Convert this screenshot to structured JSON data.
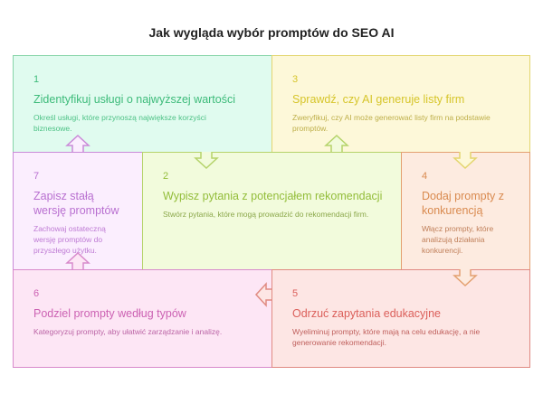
{
  "title": "Jak wygląda wybór promptów do SEO AI",
  "steps": [
    {
      "num": "1",
      "title": "Zidentyfikuj usługi o najwyższej wartości",
      "desc": "Określ usługi, które przynoszą największe korzyści biznesowe.",
      "color": "#3dbb7a"
    },
    {
      "num": "2",
      "title": "Wypisz pytania z potencjałem rekomendacji",
      "desc": "Stwórz pytania, które mogą prowadzić do rekomendacji firm.",
      "color": "#93bd3a"
    },
    {
      "num": "3",
      "title": "Sprawdź, czy AI generuje listy firm",
      "desc": "Zweryfikuj, czy AI może generować listy firm na podstawie promptów.",
      "color": "#d6c52a"
    },
    {
      "num": "4",
      "title": "Dodaj prompty z konkurencją",
      "desc": "Włącz prompty, które analizują działania konkurencji.",
      "color": "#d98a4f"
    },
    {
      "num": "5",
      "title": "Odrzuć zapytania edukacyjne",
      "desc": "Wyeliminuj prompty, które mają na celu edukację, a nie generowanie rekomendacji.",
      "color": "#db5f5a"
    },
    {
      "num": "6",
      "title": "Podziel prompty według typów",
      "desc": "Kategoryzuj prompty, aby ułatwić zarządzanie i analizę.",
      "color": "#cc62b3"
    },
    {
      "num": "7",
      "title": "Zapisz stałą wersję promptów",
      "desc": "Zachowaj ostateczną wersję promptów do przyszłego użytku.",
      "color": "#b86fd0"
    }
  ]
}
